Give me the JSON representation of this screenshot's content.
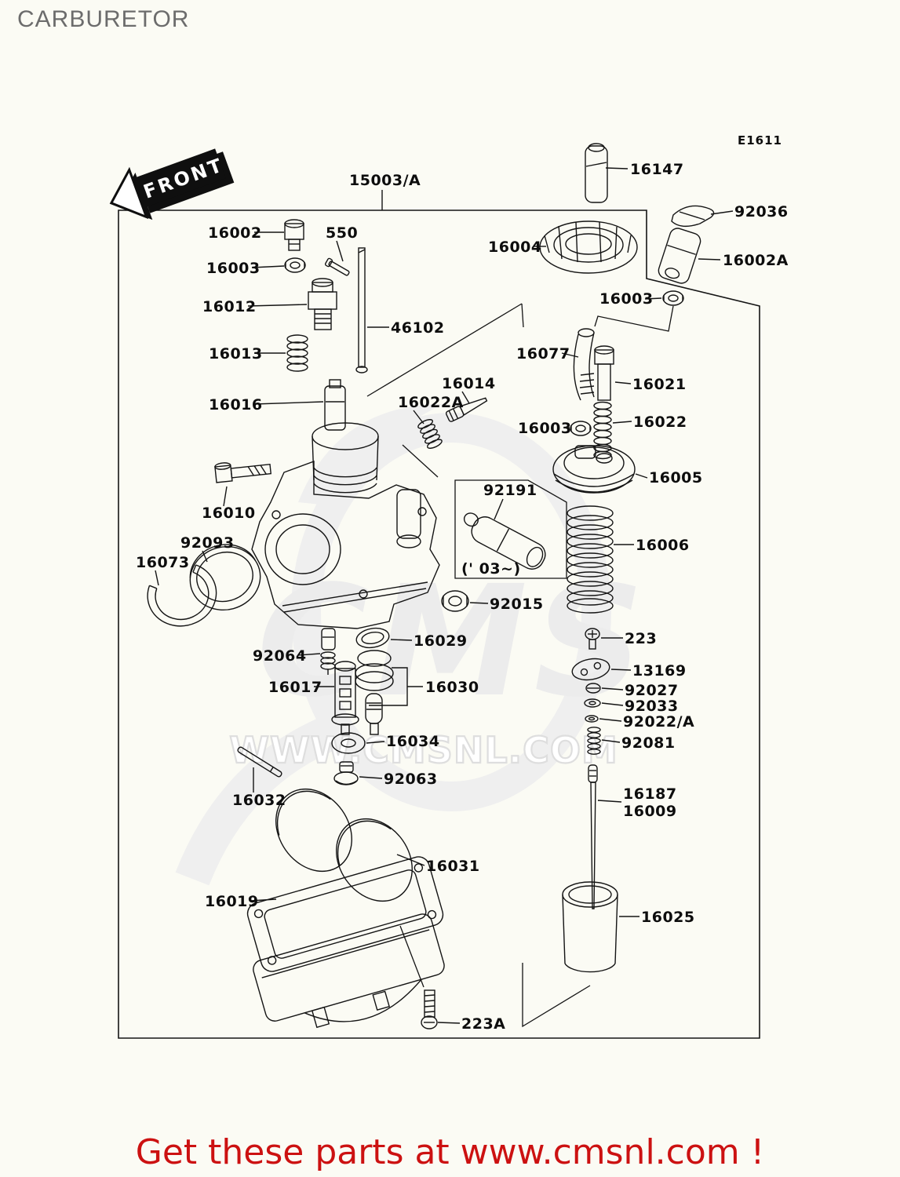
{
  "page": {
    "title": "CARBURETOR",
    "diagram_code": "E1611",
    "front_marker": "FRONT",
    "footer": "Get these parts at www.cmsnl.com !"
  },
  "watermark": {
    "brand": "CMS",
    "url": "WWW.CMSNL.COM"
  },
  "colors": {
    "footer_red": "#cc1111",
    "title_gray": "#6c6c6c",
    "line_black": "#141414",
    "watermark_gray": "#ececec",
    "background": "#fbfbf4"
  },
  "labels": {
    "p15003a": "15003/A",
    "p16147": "16147",
    "p92036": "92036",
    "p16002": "16002",
    "p550": "550",
    "p16004": "16004",
    "p16002a": "16002A",
    "p16003": "16003",
    "p16012": "16012",
    "p46102": "46102",
    "p16013": "16013",
    "p16077": "16077",
    "p16021": "16021",
    "p16014": "16014",
    "p16022a": "16022A",
    "p16016": "16016",
    "p16022": "16022",
    "p16005": "16005",
    "p92191": "92191",
    "p16010": "16010",
    "p16006": "16006",
    "p92093": "92093",
    "p16073": "16073",
    "note_03": "(' 03~)",
    "p92015": "92015",
    "p223": "223",
    "p16029": "16029",
    "p13169": "13169",
    "p92064": "92064",
    "p92027": "92027",
    "p92033": "92033",
    "p16017": "16017",
    "p16030": "16030",
    "p92022a": "92022/A",
    "p92081": "92081",
    "p16034": "16034",
    "p92063": "92063",
    "p16032": "16032",
    "p16031": "16031",
    "p16019": "16019",
    "p16187": "16187",
    "p16009": "16009",
    "p16025": "16025",
    "p223a": "223A"
  }
}
